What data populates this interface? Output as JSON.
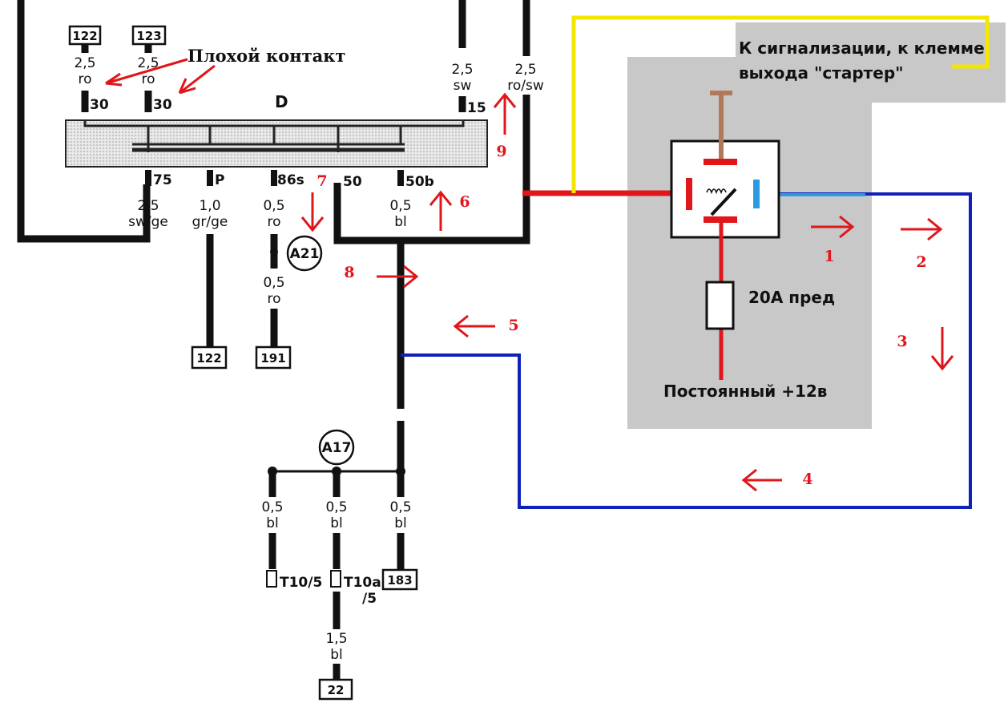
{
  "labels": {
    "bad_contact": "Плохой контакт",
    "component_d": "D",
    "alarm_note_line1": "К сигнализации, к клемме",
    "alarm_note_line2": "выхода \"стартер\"",
    "fuse": "20А пред",
    "constant_12v": "Постоянный +12в"
  },
  "connectors": {
    "c122_top": "122",
    "c123_top": "123",
    "c122_bottom": "122",
    "c191": "191",
    "c183": "183",
    "c22": "22",
    "t10_5": "T10/5",
    "t10a": "T10a",
    "t10a_sub": "/5"
  },
  "circles": {
    "a21": "A21",
    "a17": "A17"
  },
  "pins": {
    "p30a": "30",
    "p30b": "30",
    "p15": "15",
    "p75": "75",
    "pP": "P",
    "p86s": "86s",
    "p50": "50",
    "p50b": "50b"
  },
  "wires": {
    "w_30a_size": "2,5",
    "w_30a_color": "ro",
    "w_30b_size": "2,5",
    "w_30b_color": "ro",
    "w_15_size": "2,5",
    "w_15_color": "sw",
    "w_rosw_size": "2,5",
    "w_rosw_color": "ro/sw",
    "w_75_size": "2,5",
    "w_75_color": "sw/ge",
    "w_p_size": "1,0",
    "w_p_color": "gr/ge",
    "w_86s_size": "0,5",
    "w_86s_color": "ro",
    "w_a21_size": "0,5",
    "w_a21_color": "ro",
    "w_50b_size": "0,5",
    "w_50b_color": "bl",
    "w_t105_size": "0,5",
    "w_t105_color": "bl",
    "w_t10a_size": "0,5",
    "w_t10a_color": "bl",
    "w_183_size": "0,5",
    "w_183_color": "bl",
    "w_22_size": "1,5",
    "w_22_color": "bl"
  },
  "arrow_numbers": {
    "n1": "1",
    "n2": "2",
    "n3": "3",
    "n4": "4",
    "n5": "5",
    "n6": "6",
    "n7": "7",
    "n8": "8",
    "n9": "9"
  },
  "colors": {
    "wire_black": "#111111",
    "wire_red": "#e0161b",
    "wire_blue": "#1020b8",
    "wire_lightblue": "#2a9be0",
    "wire_yellow": "#f5e600",
    "relay_panel": "#c8c8c8",
    "brown": "#b07a5a"
  }
}
